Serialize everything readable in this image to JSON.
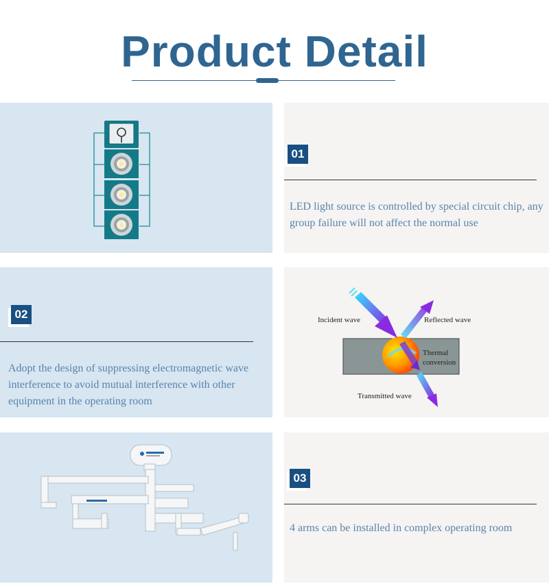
{
  "page": {
    "title": "Product Detail"
  },
  "features": [
    {
      "number": "01",
      "text": "LED light source is controlled by special circuit chip, any group failure will not affect the normal use"
    },
    {
      "number": "02",
      "text": "Adopt the design of suppressing electromagnetic wave interference to avoid mutual interference with other equipment in the operating room"
    },
    {
      "number": "03",
      "text": "4 arms can be installed in complex operating room"
    }
  ],
  "wave_diagram": {
    "incident": "Incident wave",
    "reflected": "Reflected wave",
    "thermal_line1": "Thermal",
    "thermal_line2": "conversion",
    "transmitted": "Transmitted wave"
  },
  "colors": {
    "title": "#2f6591",
    "badge": "#194f83",
    "text": "#5a83ab",
    "panel_blue": "#d7e6f1",
    "panel_grey": "#f5f4f3"
  }
}
